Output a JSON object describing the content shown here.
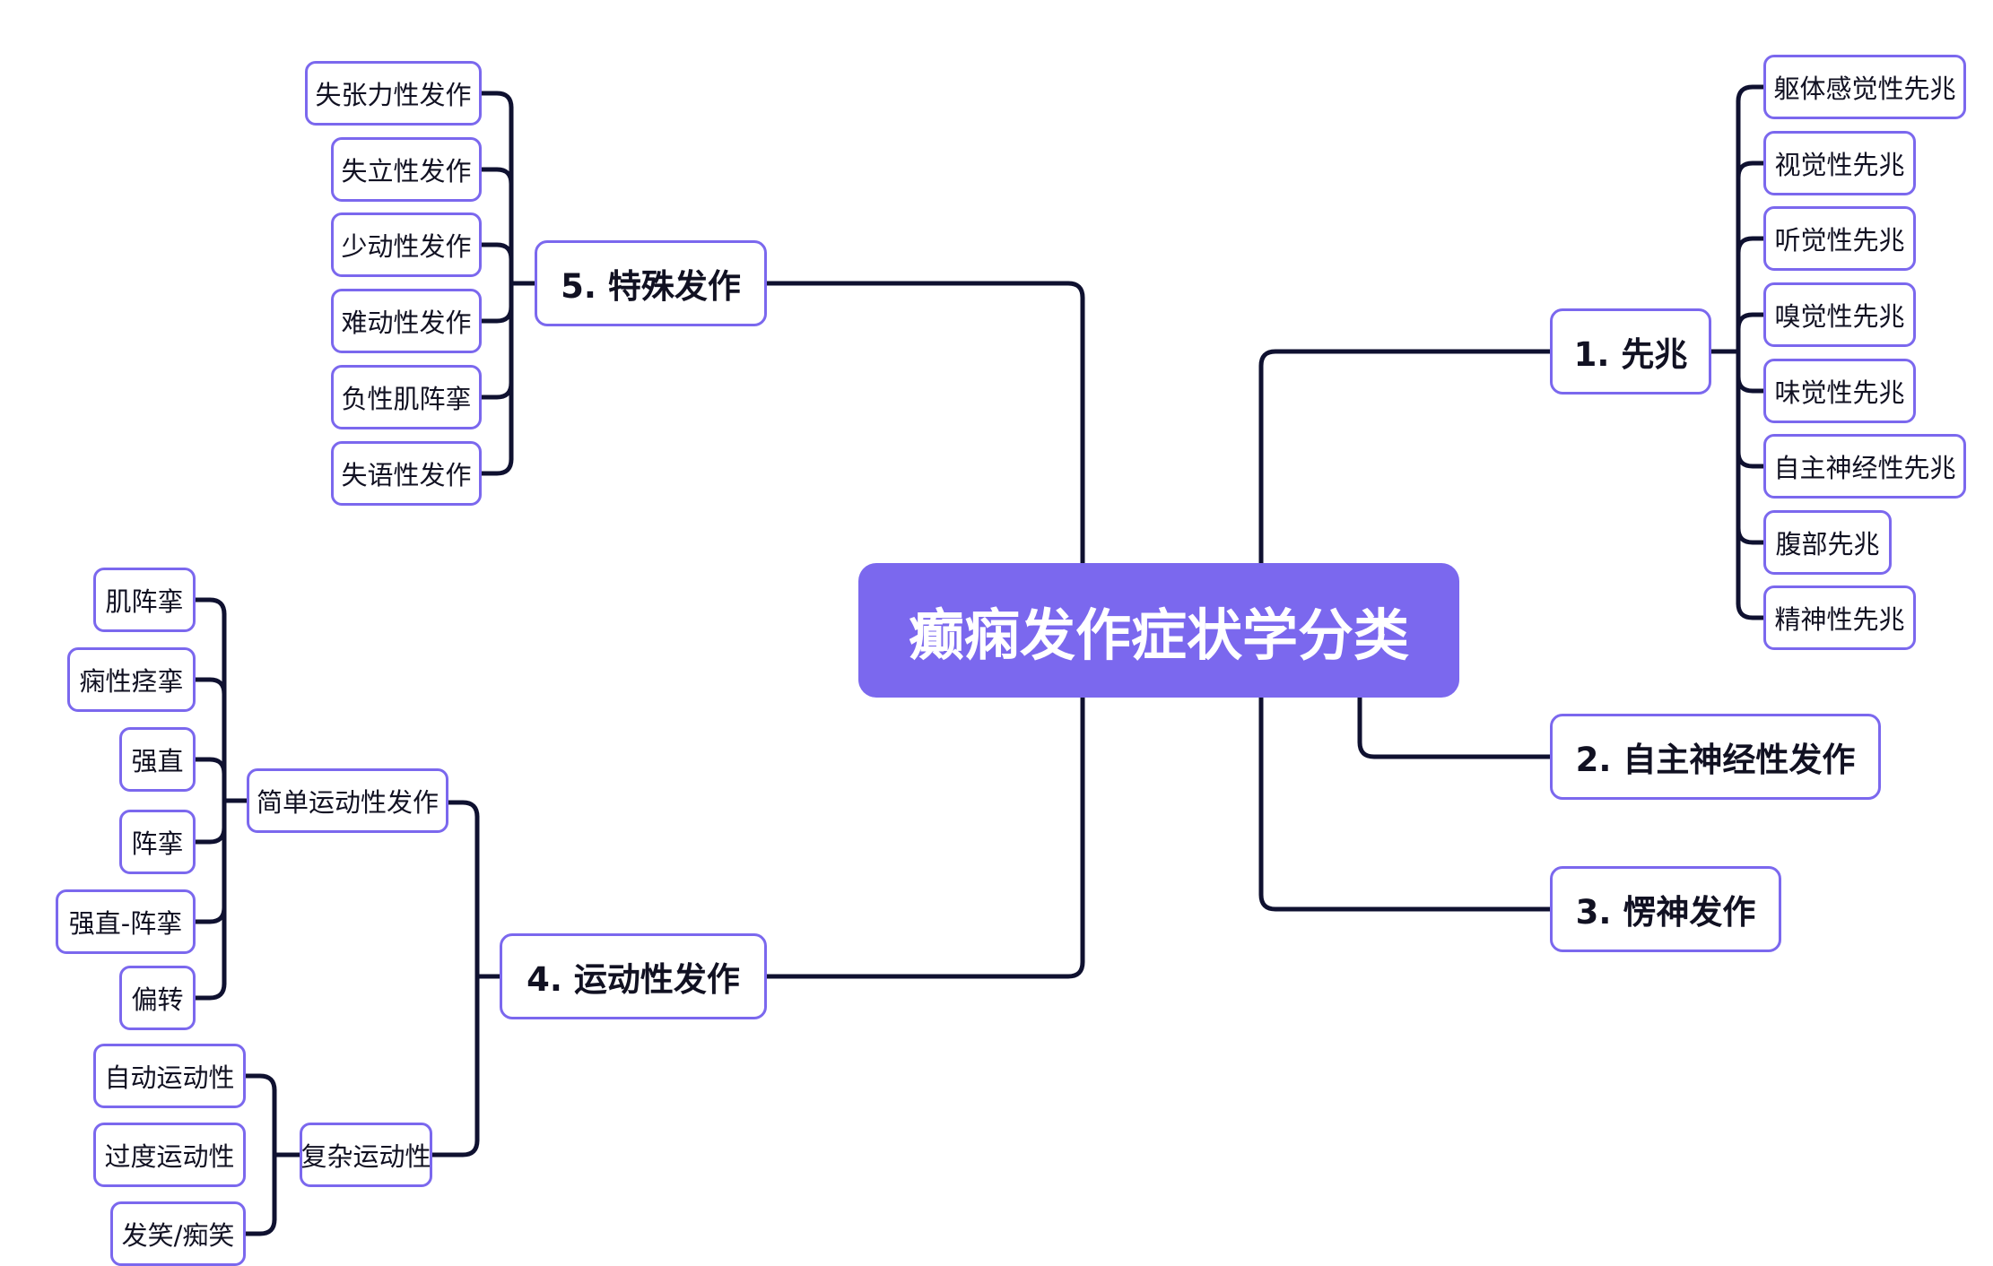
{
  "title": "癫痫发作症状学分类",
  "branches": {
    "aura": {
      "label": "1. 先兆",
      "items": [
        "躯体感觉性先兆",
        "视觉性先兆",
        "听觉性先兆",
        "嗅觉性先兆",
        "味觉性先兆",
        "自主神经性先兆",
        "腹部先兆",
        "精神性先兆"
      ]
    },
    "autonomic": {
      "label": "2. 自主神经性发作"
    },
    "dialeptic": {
      "label": "3. 愣神发作"
    },
    "motor": {
      "label": "4. 运动性发作",
      "simple": {
        "label": "简单运动性发作",
        "items": [
          "肌阵挛",
          "痫性痉挛",
          "强直",
          "阵挛",
          "强直-阵挛",
          "偏转"
        ]
      },
      "complex": {
        "label": "复杂运动性",
        "items": [
          "自动运动性",
          "过度运动性",
          "发笑/痴笑"
        ]
      }
    },
    "special": {
      "label": "5. 特殊发作",
      "items": [
        "失张力性发作",
        "失立性发作",
        "少动性发作",
        "难动性发作",
        "负性肌阵挛",
        "失语性发作"
      ]
    }
  },
  "colors": {
    "accent": "#7b68ee",
    "line": "#0f1130",
    "text": "#111122"
  }
}
